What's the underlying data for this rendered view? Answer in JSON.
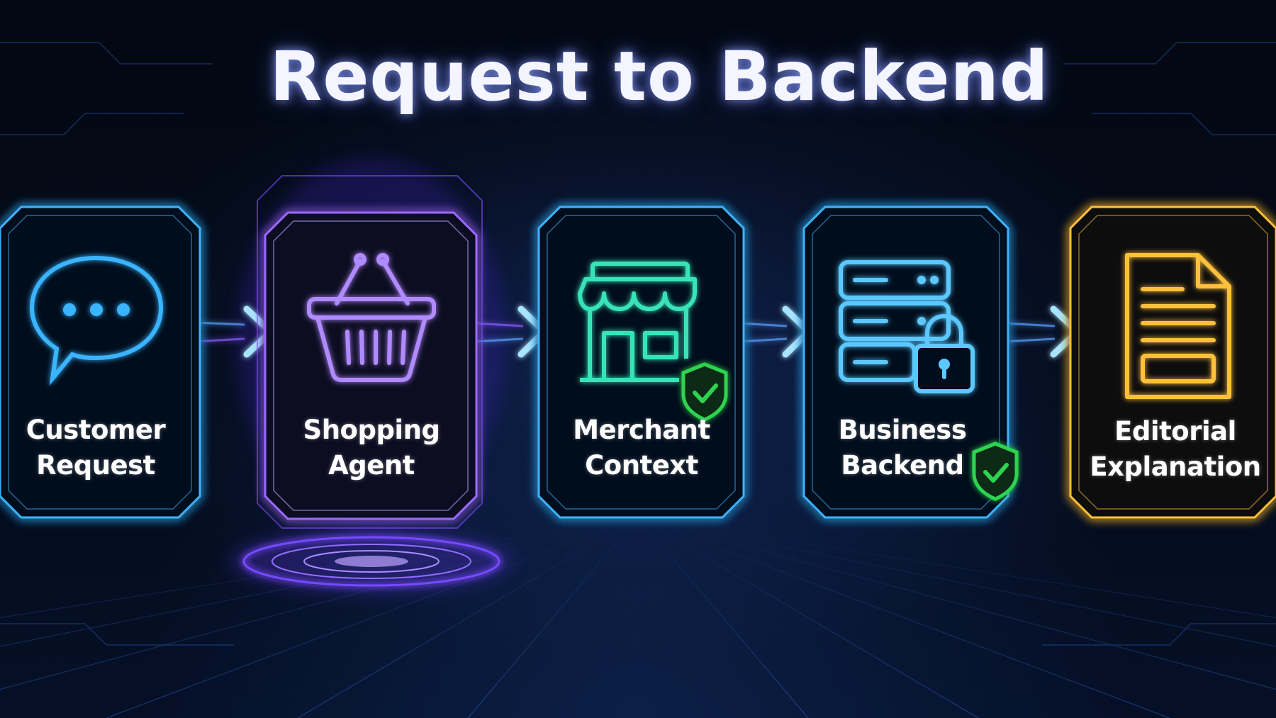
{
  "title": "Request to Backend",
  "steps": [
    {
      "line1": "Customer",
      "line2": "Request",
      "icon": "speech-bubble-icon",
      "color": "#3ab4ff"
    },
    {
      "line1": "Shopping",
      "line2": "Agent",
      "icon": "shopping-basket-icon",
      "color": "#9b6bff"
    },
    {
      "line1": "Merchant",
      "line2": "Context",
      "icon": "storefront-icon",
      "color": "#39e3b8",
      "badge": "shield-check-icon"
    },
    {
      "line1": "Business",
      "line2": "Backend",
      "icon": "server-lock-icon",
      "color": "#5cc8ff",
      "badge": "shield-check-icon"
    },
    {
      "line1": "Editorial",
      "line2": "Explanation",
      "icon": "document-icon",
      "color": "#ffc03a"
    }
  ],
  "colors": {
    "arrow": "#4fb4ff",
    "check_badge": "#2fd34f",
    "agent_glow": "#7b4dff"
  }
}
